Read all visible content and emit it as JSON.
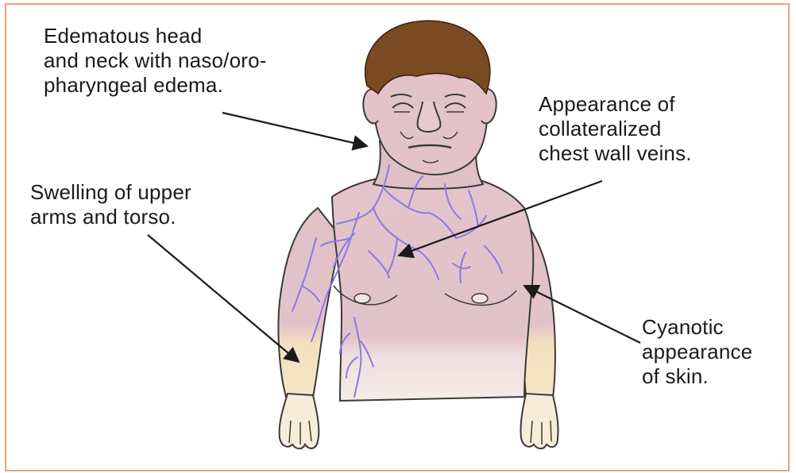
{
  "labels": {
    "edema": [
      "Edematous head",
      "and neck with naso/oro-",
      "pharyngeal edema."
    ],
    "swelling": [
      "Swelling of upper",
      "arms and torso."
    ],
    "veins": [
      "Appearance of",
      "collateralized",
      "chest wall veins."
    ],
    "cyanosis": [
      "Cyanotic",
      "appearance",
      "of skin."
    ]
  },
  "colors": {
    "frame": "#f2a07a",
    "hair": "#7a4a22",
    "skin_cyanotic": "#e6c6cc",
    "skin_normal": "#f5e2bf",
    "veins": "#8a7be0",
    "outline": "#3a3a3a",
    "arrow": "#1a1a1a"
  }
}
